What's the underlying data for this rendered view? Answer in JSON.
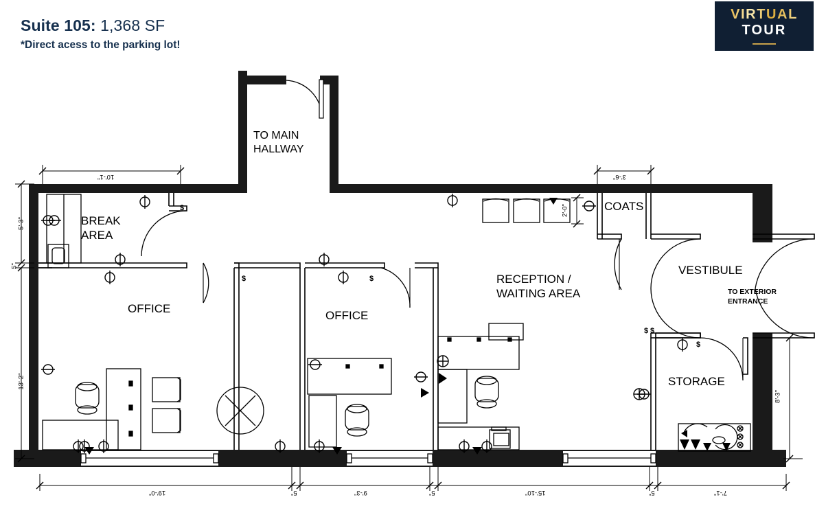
{
  "header": {
    "suite_label": "Suite 105:",
    "area": "1,368 SF",
    "note": "*Direct acess to the parking lot!",
    "title_color": "#16304e"
  },
  "badge": {
    "line1": "VIRTUAL",
    "line2": "TOUR",
    "bg_color": "#101f33",
    "gold_color": "#d9a837",
    "text_color": "#ffffff"
  },
  "floorplan": {
    "wall_color": "#1a1a1a",
    "line_color": "#000000",
    "rooms": [
      {
        "id": "break-area",
        "label": "BREAK\nAREA"
      },
      {
        "id": "office-left",
        "label": "OFFICE"
      },
      {
        "id": "office-middle",
        "label": "OFFICE"
      },
      {
        "id": "reception",
        "label": "RECEPTION /\nWAITING AREA"
      },
      {
        "id": "coats",
        "label": "COATS"
      },
      {
        "id": "vestibule",
        "label": "VESTIBULE"
      },
      {
        "id": "storage",
        "label": "STORAGE"
      },
      {
        "id": "main-hallway",
        "label": "TO MAIN\nHALLWAY"
      }
    ],
    "annotations": [
      {
        "id": "to-exterior-entrance",
        "label": "TO EXTERIOR\nENTRANCE"
      }
    ],
    "dimensions": {
      "top_left": "10'-1\"",
      "top_right": "3'-6\"",
      "left_upper": "5'-3\"",
      "left_mid": "5\"",
      "left_lower": "13'-2\"",
      "right_storage": "8'-3\"",
      "reception_chairs": "2'-0\"",
      "bottom": [
        "19'-0\"",
        "5\"",
        "9'-3\"",
        "5\"",
        "15'-10\"",
        "5\"",
        "7'-1\""
      ]
    }
  }
}
